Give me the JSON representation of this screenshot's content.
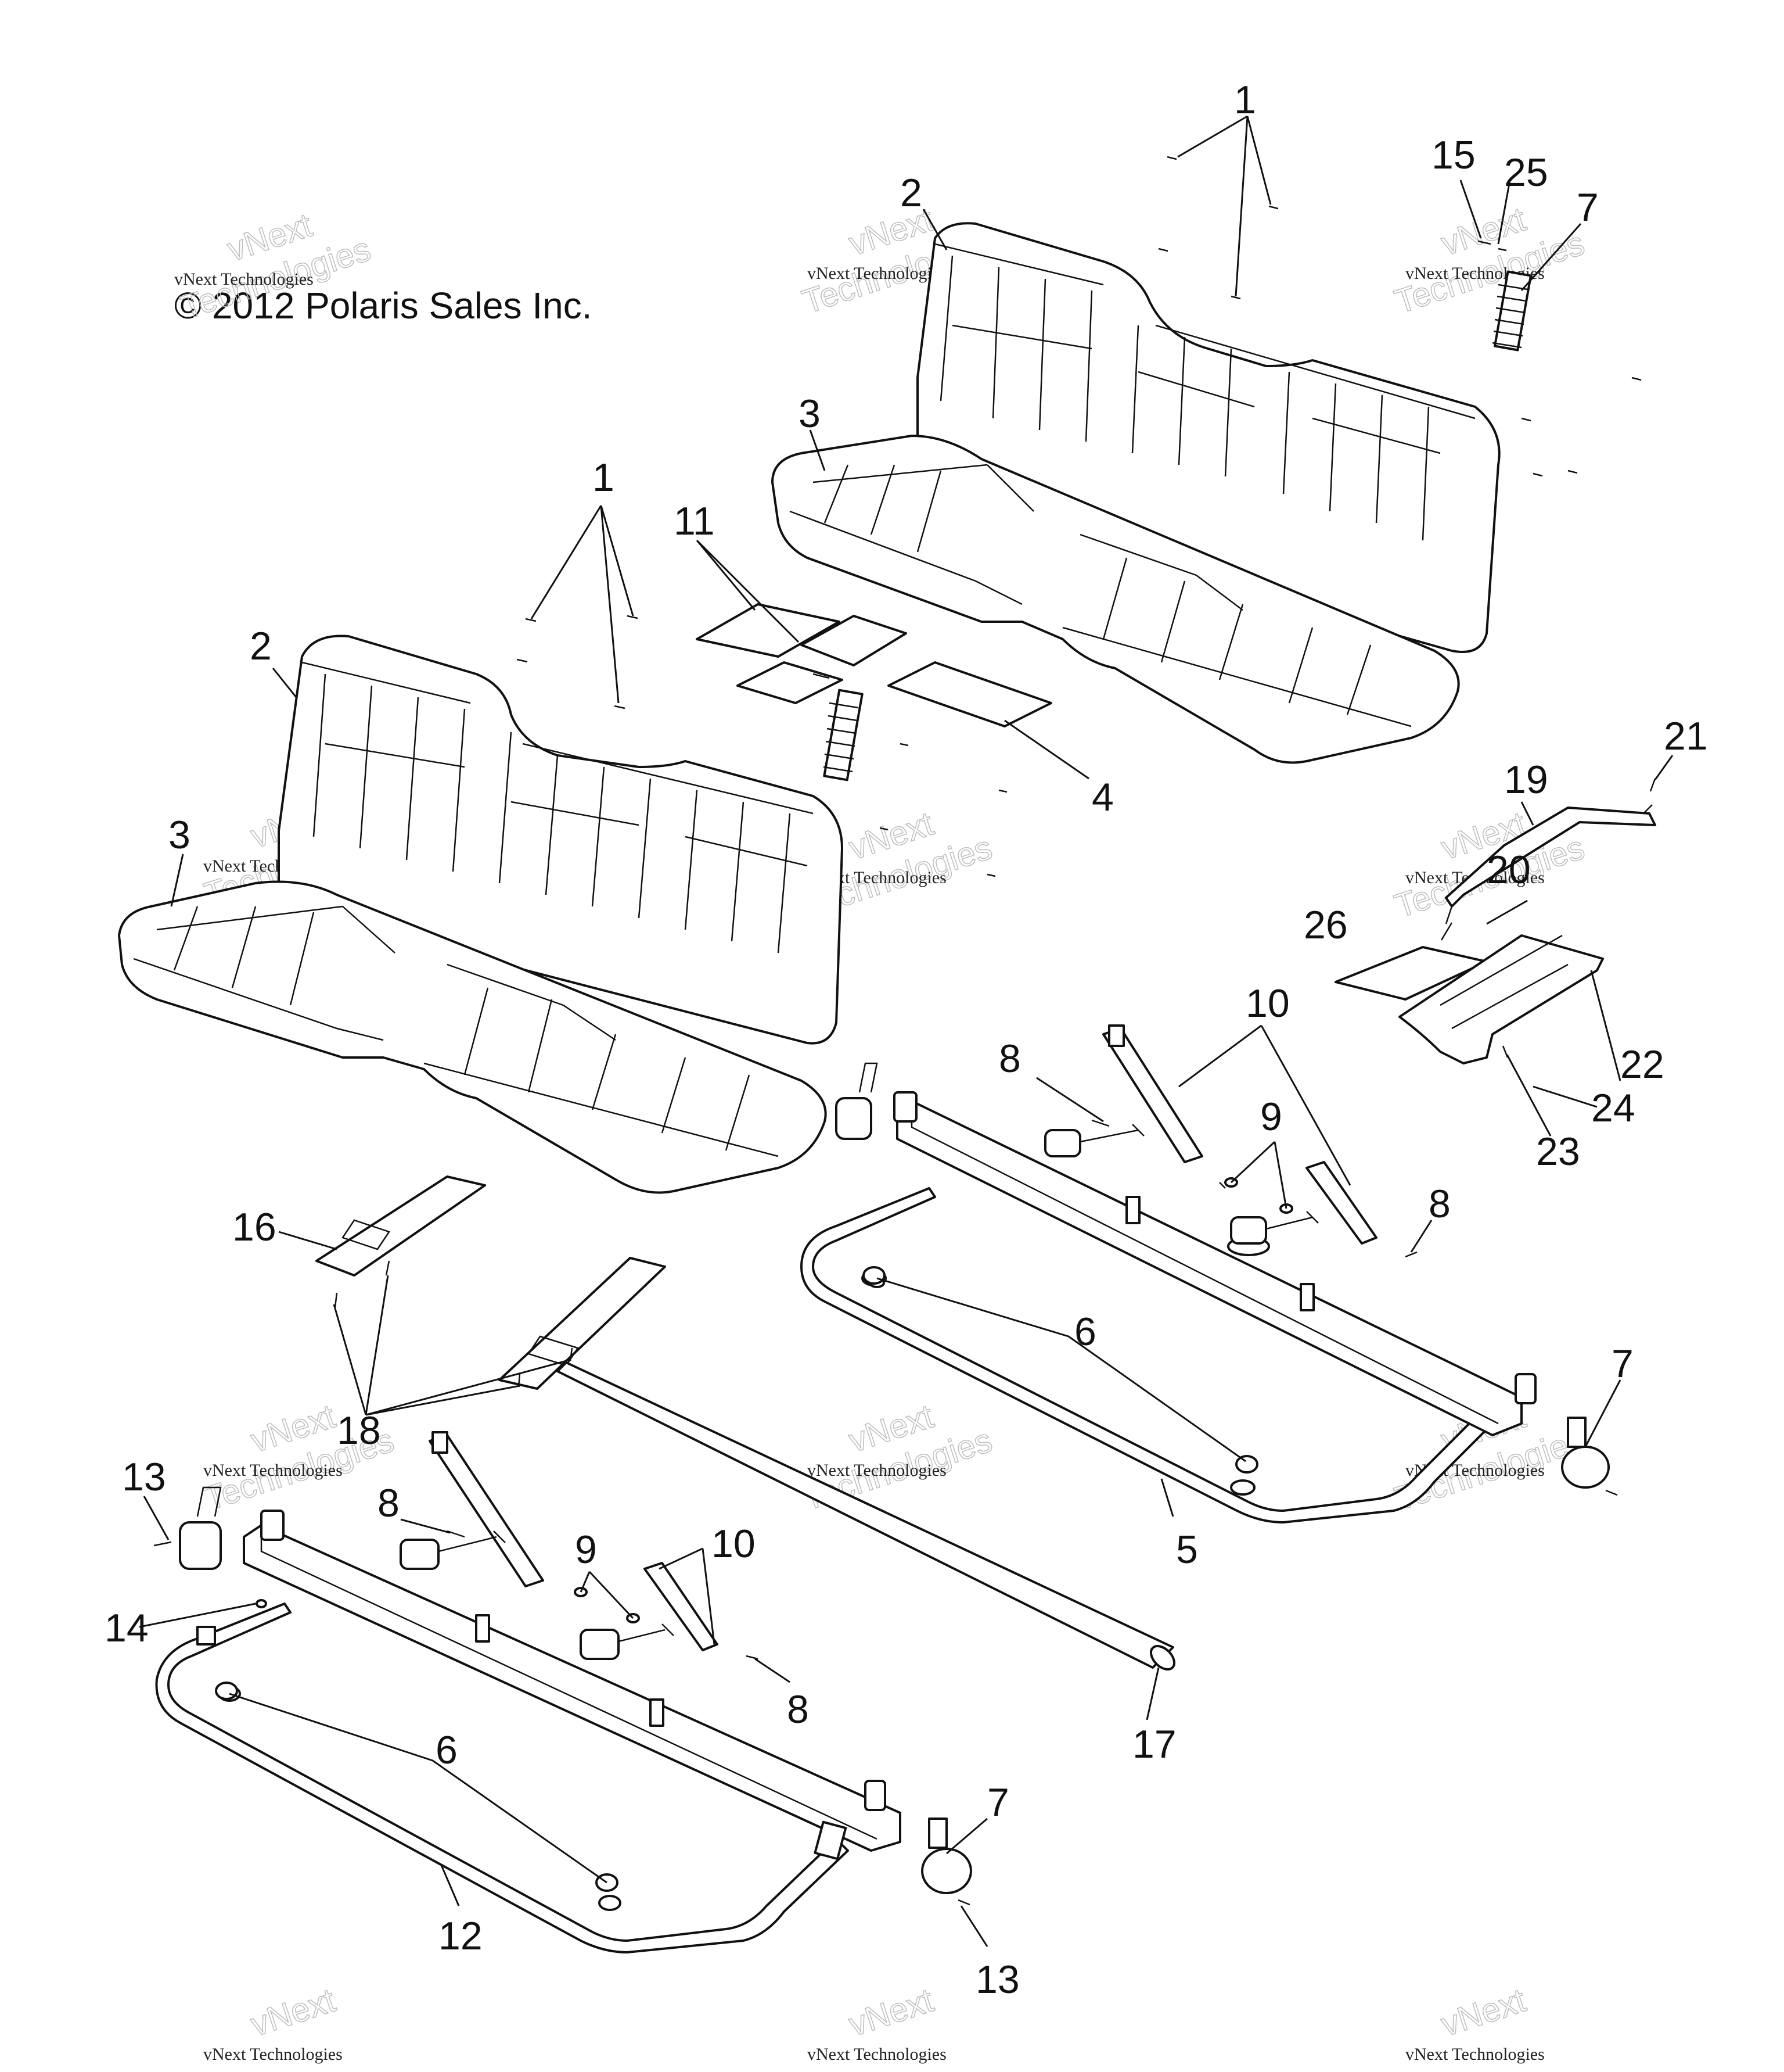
{
  "copyright": "© 2012 Polaris Sales Inc.",
  "watermark": {
    "line1": "vNext Technologies",
    "line2": "vNext",
    "line3": "Technologies"
  },
  "callouts": [
    {
      "id": "c1a",
      "label": "1"
    },
    {
      "id": "c2a",
      "label": "2"
    },
    {
      "id": "c3a",
      "label": "3"
    },
    {
      "id": "c15",
      "label": "15"
    },
    {
      "id": "c25",
      "label": "25"
    },
    {
      "id": "c7a",
      "label": "7"
    },
    {
      "id": "c1b",
      "label": "1"
    },
    {
      "id": "c11",
      "label": "11"
    },
    {
      "id": "c2b",
      "label": "2"
    },
    {
      "id": "c3b",
      "label": "3"
    },
    {
      "id": "c4",
      "label": "4"
    },
    {
      "id": "c21",
      "label": "21"
    },
    {
      "id": "c19",
      "label": "19"
    },
    {
      "id": "c20",
      "label": "20"
    },
    {
      "id": "c26",
      "label": "26"
    },
    {
      "id": "c10a",
      "label": "10"
    },
    {
      "id": "c8a",
      "label": "8"
    },
    {
      "id": "c9a",
      "label": "9"
    },
    {
      "id": "c22",
      "label": "22"
    },
    {
      "id": "c24",
      "label": "24"
    },
    {
      "id": "c23",
      "label": "23"
    },
    {
      "id": "c8b",
      "label": "8"
    },
    {
      "id": "c16",
      "label": "16"
    },
    {
      "id": "c6a",
      "label": "6"
    },
    {
      "id": "c7b",
      "label": "7"
    },
    {
      "id": "c18",
      "label": "18"
    },
    {
      "id": "c13a",
      "label": "13"
    },
    {
      "id": "c8c",
      "label": "8"
    },
    {
      "id": "c9b",
      "label": "9"
    },
    {
      "id": "c10b",
      "label": "10"
    },
    {
      "id": "c5",
      "label": "5"
    },
    {
      "id": "c14",
      "label": "14"
    },
    {
      "id": "c8d",
      "label": "8"
    },
    {
      "id": "c17",
      "label": "17"
    },
    {
      "id": "c6b",
      "label": "6"
    },
    {
      "id": "c7c",
      "label": "7"
    },
    {
      "id": "c12",
      "label": "12"
    },
    {
      "id": "c13b",
      "label": "13"
    }
  ]
}
